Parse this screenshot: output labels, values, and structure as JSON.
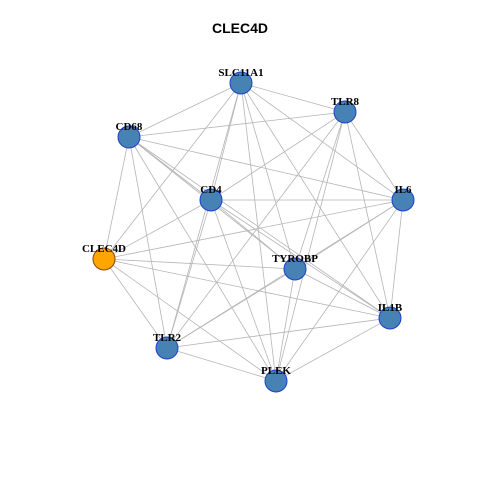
{
  "title": "CLEC4D",
  "colors": {
    "highlight_fill": "#FFA500",
    "highlight_stroke": "#8B4513",
    "node_fill": "#4682B4",
    "node_stroke": "#1E3FCC",
    "edge": "#B5B5B5"
  },
  "nodes": [
    {
      "id": "SLC11A1",
      "label": "SLC11A1",
      "highlight": false
    },
    {
      "id": "TLR8",
      "label": "TLR8",
      "highlight": false
    },
    {
      "id": "CD68",
      "label": "CD68",
      "highlight": false
    },
    {
      "id": "CD4",
      "label": "CD4",
      "highlight": false
    },
    {
      "id": "IL6",
      "label": "IL6",
      "highlight": false
    },
    {
      "id": "CLEC4D",
      "label": "CLEC4D",
      "highlight": true
    },
    {
      "id": "TYROBP",
      "label": "TYROBP",
      "highlight": false
    },
    {
      "id": "IL1B",
      "label": "IL1B",
      "highlight": false
    },
    {
      "id": "TLR2",
      "label": "TLR2",
      "highlight": false
    },
    {
      "id": "PLEK",
      "label": "PLEK",
      "highlight": false
    }
  ],
  "edges": [
    [
      "SLC11A1",
      "TLR8"
    ],
    [
      "SLC11A1",
      "CD68"
    ],
    [
      "SLC11A1",
      "CD4"
    ],
    [
      "SLC11A1",
      "IL6"
    ],
    [
      "SLC11A1",
      "CLEC4D"
    ],
    [
      "SLC11A1",
      "TYROBP"
    ],
    [
      "SLC11A1",
      "IL1B"
    ],
    [
      "SLC11A1",
      "TLR2"
    ],
    [
      "SLC11A1",
      "PLEK"
    ],
    [
      "TLR8",
      "CD68"
    ],
    [
      "TLR8",
      "CD4"
    ],
    [
      "TLR8",
      "IL6"
    ],
    [
      "TLR8",
      "TYROBP"
    ],
    [
      "TLR8",
      "IL1B"
    ],
    [
      "TLR8",
      "TLR2"
    ],
    [
      "TLR8",
      "PLEK"
    ],
    [
      "CD68",
      "CD4"
    ],
    [
      "CD68",
      "IL6"
    ],
    [
      "CD68",
      "CLEC4D"
    ],
    [
      "CD68",
      "TYROBP"
    ],
    [
      "CD68",
      "IL1B"
    ],
    [
      "CD68",
      "TLR2"
    ],
    [
      "CD68",
      "PLEK"
    ],
    [
      "CD4",
      "IL6"
    ],
    [
      "CD4",
      "CLEC4D"
    ],
    [
      "CD4",
      "TYROBP"
    ],
    [
      "CD4",
      "IL1B"
    ],
    [
      "CD4",
      "TLR2"
    ],
    [
      "CD4",
      "PLEK"
    ],
    [
      "IL6",
      "CLEC4D"
    ],
    [
      "IL6",
      "TYROBP"
    ],
    [
      "IL6",
      "IL1B"
    ],
    [
      "IL6",
      "TLR2"
    ],
    [
      "IL6",
      "PLEK"
    ],
    [
      "CLEC4D",
      "TYROBP"
    ],
    [
      "CLEC4D",
      "IL1B"
    ],
    [
      "CLEC4D",
      "TLR2"
    ],
    [
      "CLEC4D",
      "PLEK"
    ],
    [
      "TYROBP",
      "IL1B"
    ],
    [
      "TYROBP",
      "TLR2"
    ],
    [
      "TYROBP",
      "PLEK"
    ],
    [
      "IL1B",
      "TLR2"
    ],
    [
      "IL1B",
      "PLEK"
    ],
    [
      "TLR2",
      "PLEK"
    ]
  ]
}
